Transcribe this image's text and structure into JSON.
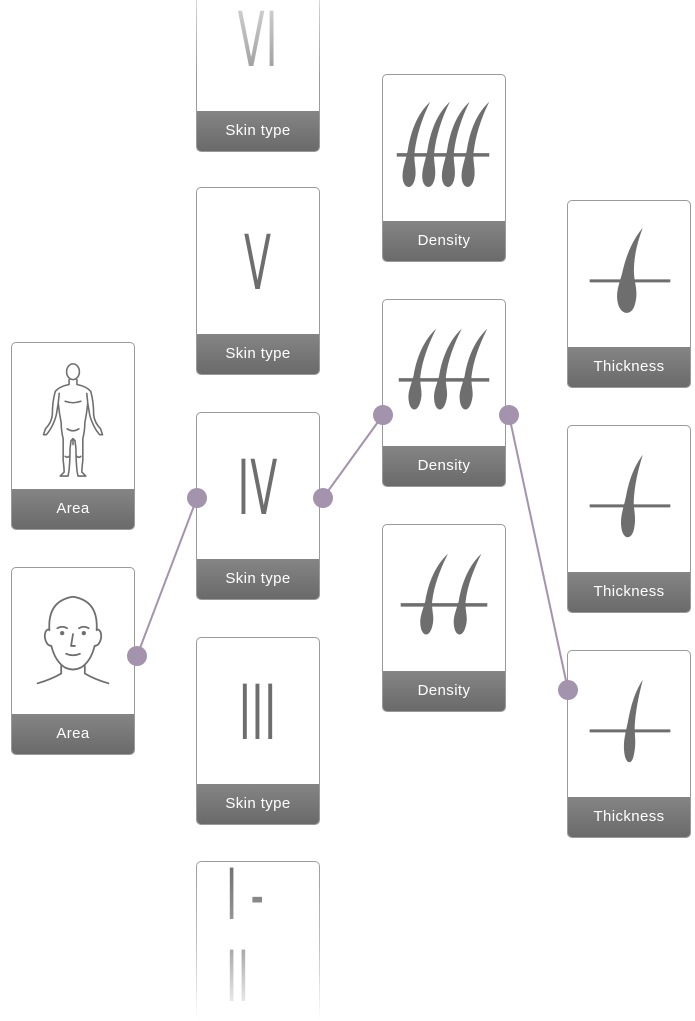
{
  "labels": {
    "area": "Area",
    "skin_type": "Skin type",
    "density": "Density",
    "thickness": "Thickness"
  },
  "area_column": {
    "cards": [
      {
        "icon": "full-body-icon",
        "label": "Area",
        "selected": false
      },
      {
        "icon": "head-icon",
        "label": "Area",
        "selected": true
      }
    ]
  },
  "skin_type_column": {
    "cards": [
      {
        "numeral": "VI",
        "label": "Skin type",
        "selected": false
      },
      {
        "numeral": "V",
        "label": "Skin type",
        "selected": false
      },
      {
        "numeral": "IV",
        "label": "Skin type",
        "selected": true
      },
      {
        "numeral": "III",
        "label": "Skin type",
        "selected": false
      },
      {
        "numeral": "I - II",
        "label": "",
        "selected": false
      }
    ]
  },
  "density_column": {
    "cards": [
      {
        "icon": "dense-hair-4-icon",
        "label": "Density",
        "selected": false
      },
      {
        "icon": "medium-hair-3-icon",
        "label": "Density",
        "selected": true
      },
      {
        "icon": "sparse-hair-2-icon",
        "label": "Density",
        "selected": false
      }
    ]
  },
  "thickness_column": {
    "cards": [
      {
        "icon": "thick-hair-icon",
        "label": "Thickness",
        "selected": false
      },
      {
        "icon": "medium-hair-icon",
        "label": "Thickness",
        "selected": false
      },
      {
        "icon": "thin-hair-icon",
        "label": "Thickness",
        "selected": true
      }
    ]
  },
  "colors": {
    "connector": "#a393ac",
    "card_border": "#9a9a9a",
    "label_bg": "#767676",
    "icon": "#6e6e6e"
  }
}
